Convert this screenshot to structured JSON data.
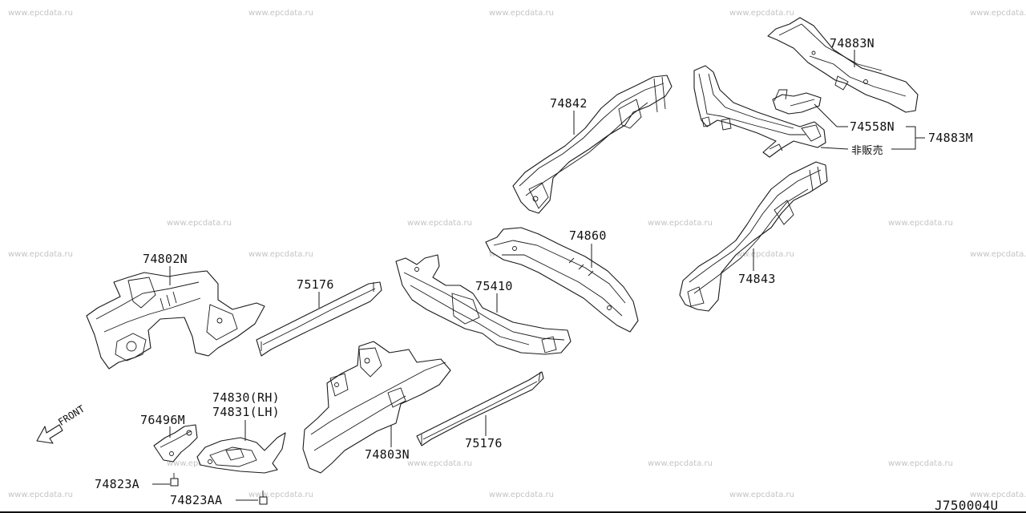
{
  "watermark_text": "www.epcdata.ru",
  "diagram_code": "J750004U",
  "front_label": "FRONT",
  "parts": [
    {
      "id": "p74883N",
      "label": "74883N"
    },
    {
      "id": "p74842",
      "label": "74842"
    },
    {
      "id": "p74558N",
      "label": "74558N"
    },
    {
      "id": "p74883M",
      "label": "74883M"
    },
    {
      "id": "p_not_sold",
      "label": "非販売"
    },
    {
      "id": "p74860",
      "label": "74860"
    },
    {
      "id": "p74843",
      "label": "74843"
    },
    {
      "id": "p74802N",
      "label": "74802N"
    },
    {
      "id": "p75176a",
      "label": "75176"
    },
    {
      "id": "p75410",
      "label": "75410"
    },
    {
      "id": "p74830",
      "label": "74830(RH)"
    },
    {
      "id": "p74831",
      "label": "74831(LH)"
    },
    {
      "id": "p76496M",
      "label": "76496M"
    },
    {
      "id": "p74803N",
      "label": "74803N"
    },
    {
      "id": "p75176b",
      "label": "75176"
    },
    {
      "id": "p74823A",
      "label": "74823A"
    },
    {
      "id": "p74823AA",
      "label": "74823AA"
    }
  ]
}
